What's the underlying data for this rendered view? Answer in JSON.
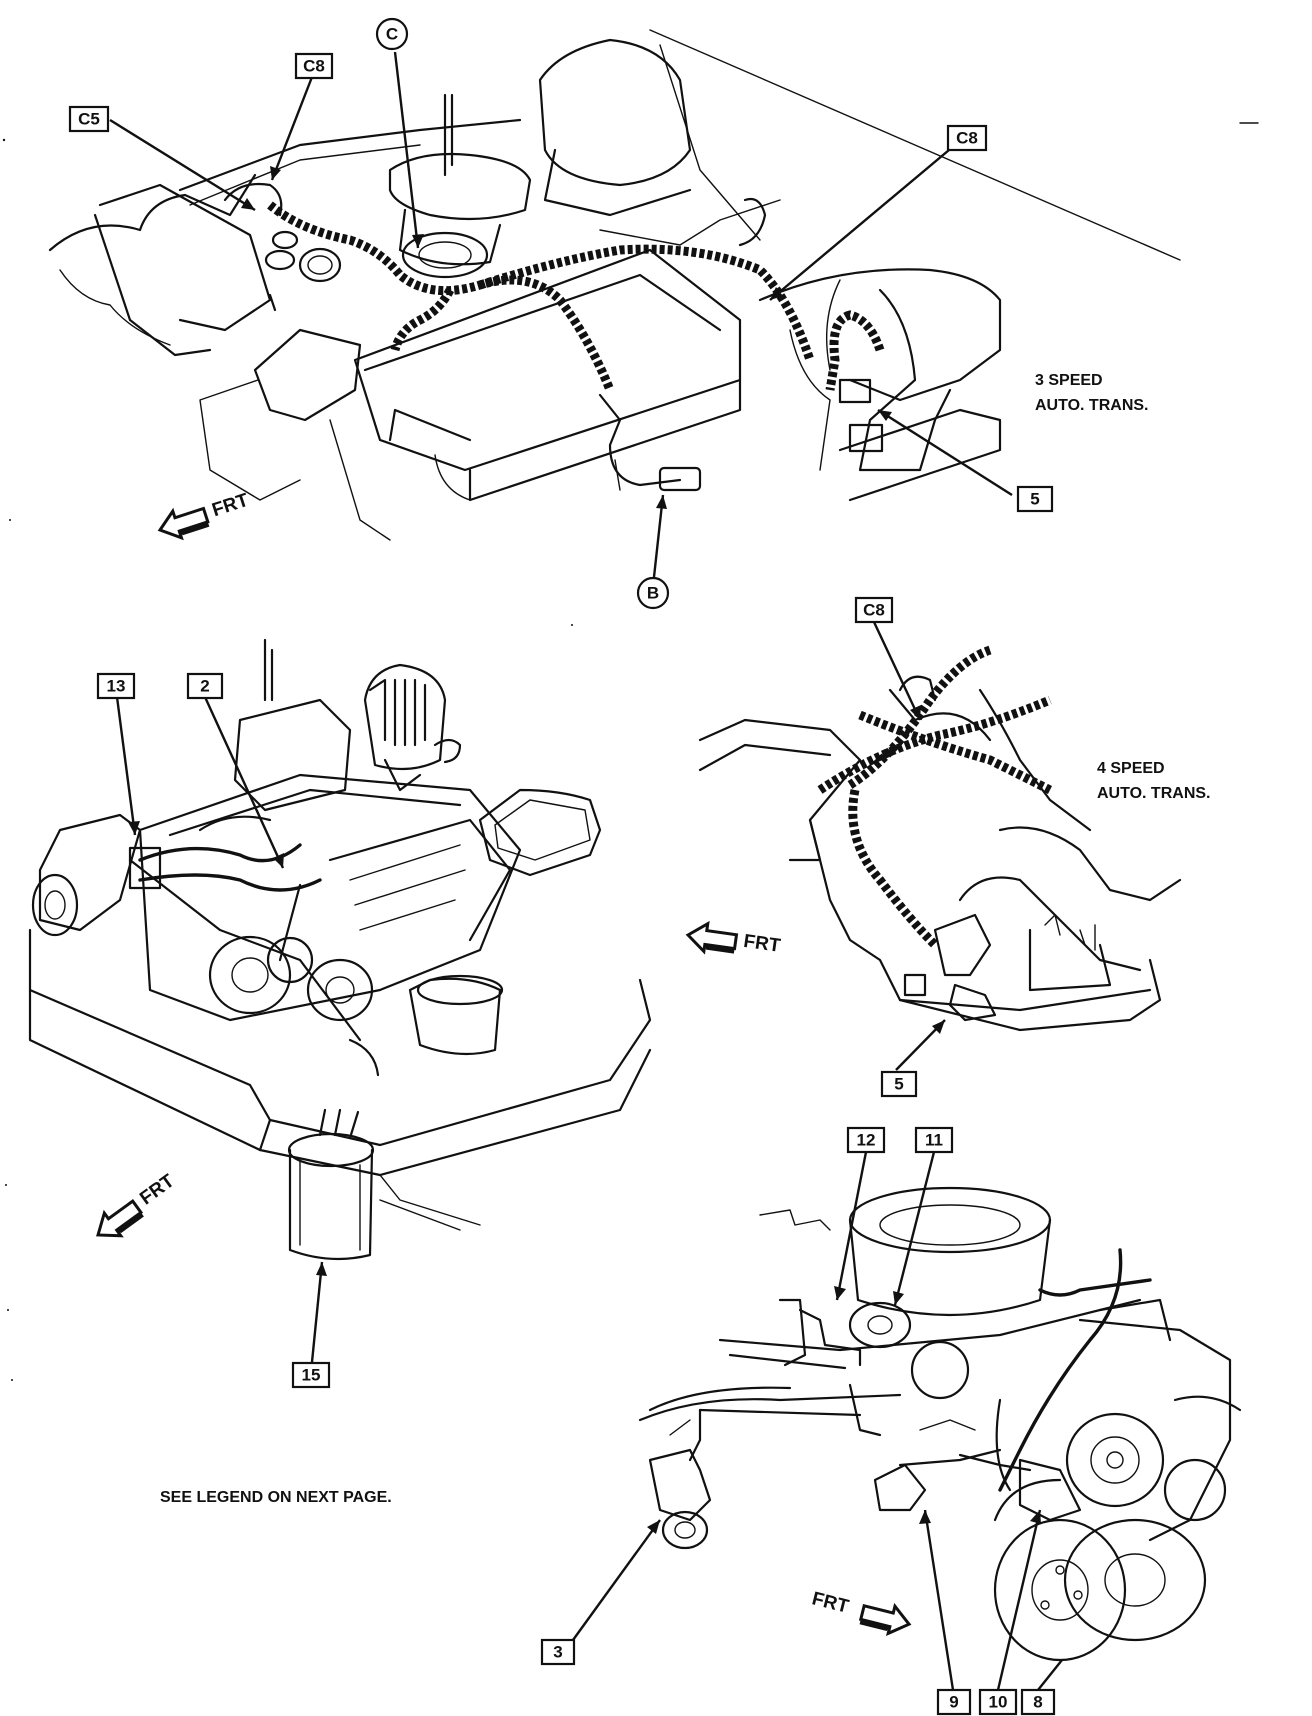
{
  "callouts": {
    "top": {
      "c5": "C5",
      "c8_left": "C8",
      "c": "C",
      "c8_right": "C8",
      "b": "B",
      "five": "5"
    },
    "middle_left": {
      "thirteen": "13",
      "two": "2",
      "fifteen": "15"
    },
    "middle_right": {
      "c8": "C8",
      "five": "5"
    },
    "bottom_right": {
      "twelve": "12",
      "eleven": "11",
      "three": "3",
      "nine": "9",
      "ten": "10",
      "eight": "8"
    }
  },
  "captions": {
    "three_speed": [
      "3 SPEED",
      "AUTO. TRANS."
    ],
    "four_speed": [
      "4 SPEED",
      "AUTO. TRANS."
    ],
    "legend_note": "SEE LEGEND ON NEXT PAGE."
  },
  "front_label": "FRT",
  "colors": {
    "ink": "#111111",
    "paper": "#ffffff"
  }
}
